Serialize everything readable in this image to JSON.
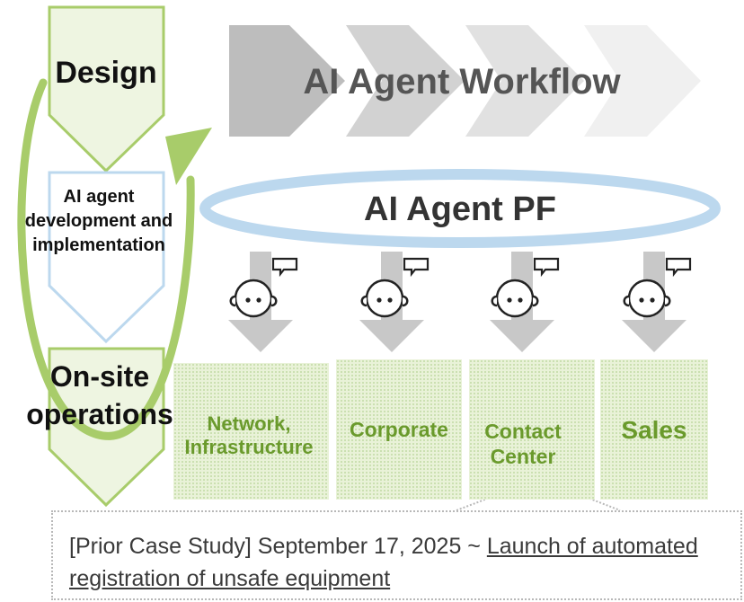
{
  "cycle": {
    "design_label": "Design",
    "development_label": "AI agent development and implementation",
    "operations_label": "On-site operations"
  },
  "workflow": {
    "title": "AI Agent Workflow"
  },
  "platform": {
    "label": "AI Agent PF"
  },
  "agents": [
    {
      "icon": "agent-face-icon"
    },
    {
      "icon": "agent-face-icon"
    },
    {
      "icon": "agent-face-icon"
    },
    {
      "icon": "agent-face-icon"
    }
  ],
  "business_areas": [
    {
      "label": "Network, Infrastructure"
    },
    {
      "label": "Corporate"
    },
    {
      "label": "Contact Center"
    },
    {
      "label": "Sales"
    }
  ],
  "callout": {
    "prefix": "[Prior Case Study] September 17, 2025 ~ ",
    "link_text": "Launch of automated registration of unsafe equipment"
  },
  "colors": {
    "green_accent": "#a8cc6a",
    "green_text": "#6a9a2c",
    "light_blue": "#bcd8ee",
    "gray_arrow": "#c8c8c8"
  }
}
